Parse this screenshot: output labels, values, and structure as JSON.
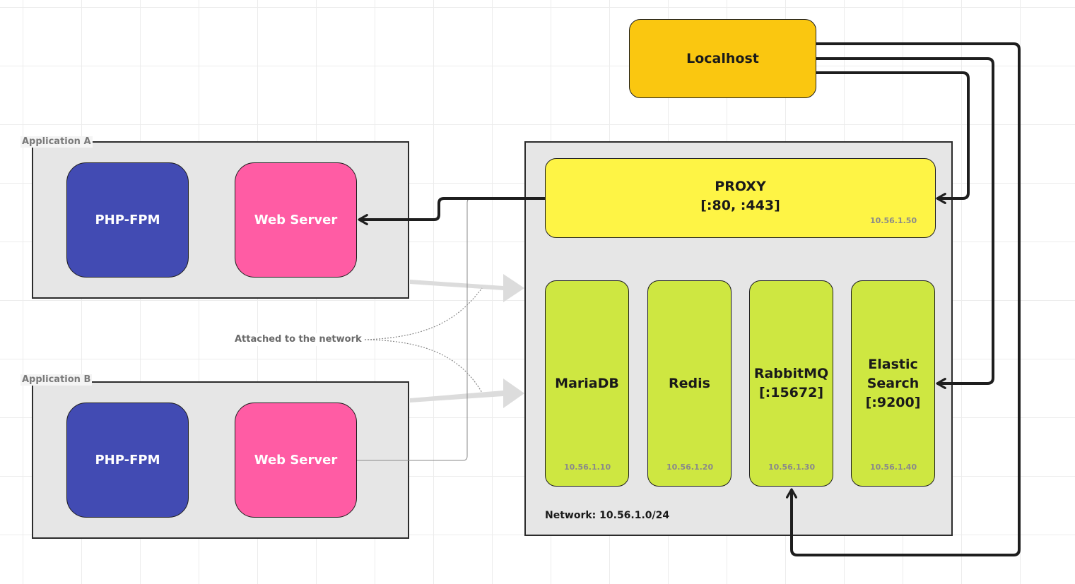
{
  "application_a": {
    "label": "Application A",
    "php": "PHP-FPM",
    "web": "Web Server"
  },
  "application_b": {
    "label": "Application B",
    "php": "PHP-FPM",
    "web": "Web Server"
  },
  "localhost": {
    "label": "Localhost"
  },
  "network": {
    "label": "Network: 10.56.1.0/24",
    "proxy": {
      "label": "PROXY\n[:80, :443]",
      "ip": "10.56.1.50"
    },
    "services": [
      {
        "label": "MariaDB",
        "ip": "10.56.1.10"
      },
      {
        "label": "Redis",
        "ip": "10.56.1.20"
      },
      {
        "label": "RabbitMQ\n[:15672]",
        "ip": "10.56.1.30"
      },
      {
        "label": "Elastic\nSearch\n[:9200]",
        "ip": "10.56.1.40"
      }
    ]
  },
  "note": {
    "label": "Attached to the network"
  },
  "colors": {
    "php_fpm": "#424bb3",
    "web_server": "#ff5ca4",
    "localhost": "#fac710",
    "proxy": "#fef445",
    "service": "#cee741",
    "frame": "#e6e6e6"
  }
}
